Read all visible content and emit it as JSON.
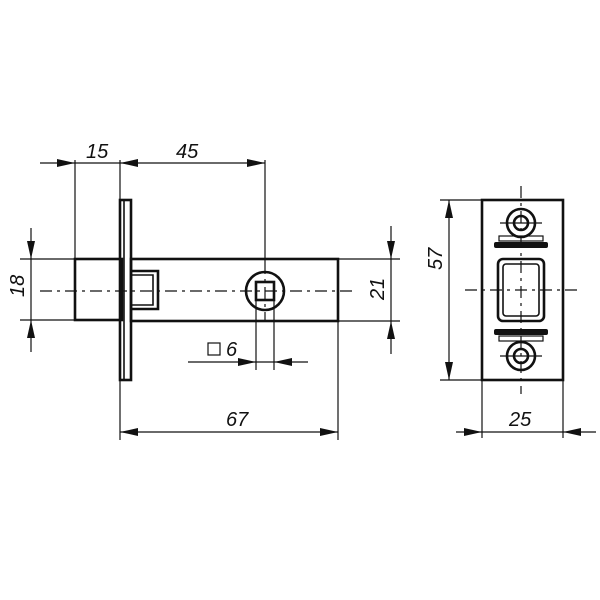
{
  "diagram": {
    "latch_view": {
      "dim_faceplate_offset": "15",
      "dim_backset": "45",
      "dim_bolt_height": "18",
      "dim_body_height": "21",
      "dim_spindle_square": "6",
      "dim_overall_length": "67"
    },
    "strike_plate_view": {
      "dim_height": "57",
      "dim_width": "25"
    }
  }
}
